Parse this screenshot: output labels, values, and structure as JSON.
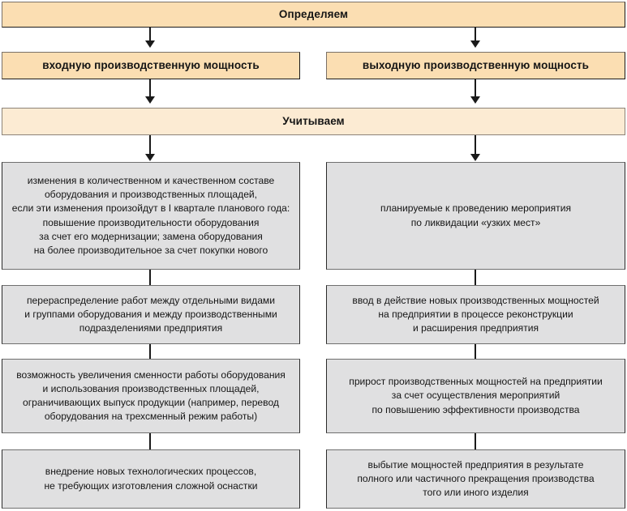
{
  "diagram": {
    "title": "Определяем",
    "root": {
      "label": "Определяем"
    },
    "level2": [
      {
        "label": "входную производственную мощность"
      },
      {
        "label": "выходную производственную мощность"
      }
    ],
    "consider": {
      "label": "Учитываем"
    },
    "columns": {
      "left": [
        {
          "label": "изменения в количественном и качественном составе\nоборудования и производственных площадей,\nесли эти изменения произойдут в I квартале планового года:\nповышение производительности оборудования\nза счет его модернизации; замена оборудования\nна более производительное за счет покупки нового"
        },
        {
          "label": "перераспределение работ между отдельными видами\nи группами оборудования и между производственными\nподразделениями предприятия"
        },
        {
          "label": "возможность увеличения сменности работы оборудования\nи использования производственных площадей,\nограничивающих выпуск продукции (например, перевод\nоборудования на трехсменный режим работы)"
        },
        {
          "label": "внедрение новых технологических процессов,\nне требующих изготовления сложной оснастки"
        }
      ],
      "right": [
        {
          "label": "планируемые к проведению мероприятия\nпо ликвидации «узких мест»"
        },
        {
          "label": "ввод в действие новых производственных мощностей\nна предприятии в процессе реконструкции\nи расширения предприятия"
        },
        {
          "label": "прирост производственных мощностей на предприятии\nза счет осуществления мероприятий\nпо повышению эффективности производства"
        },
        {
          "label": "выбытие мощностей предприятия в результате\nполного или частичного прекращения производства\nтого или иного изделия"
        }
      ]
    },
    "colors": {
      "header_fill": "#fbdeb2",
      "consider_fill": "#fcebd3",
      "body_fill": "#e0e0e1",
      "border": "#1a1a1a",
      "connector": "#1a1a1a",
      "background": "#ffffff"
    }
  }
}
